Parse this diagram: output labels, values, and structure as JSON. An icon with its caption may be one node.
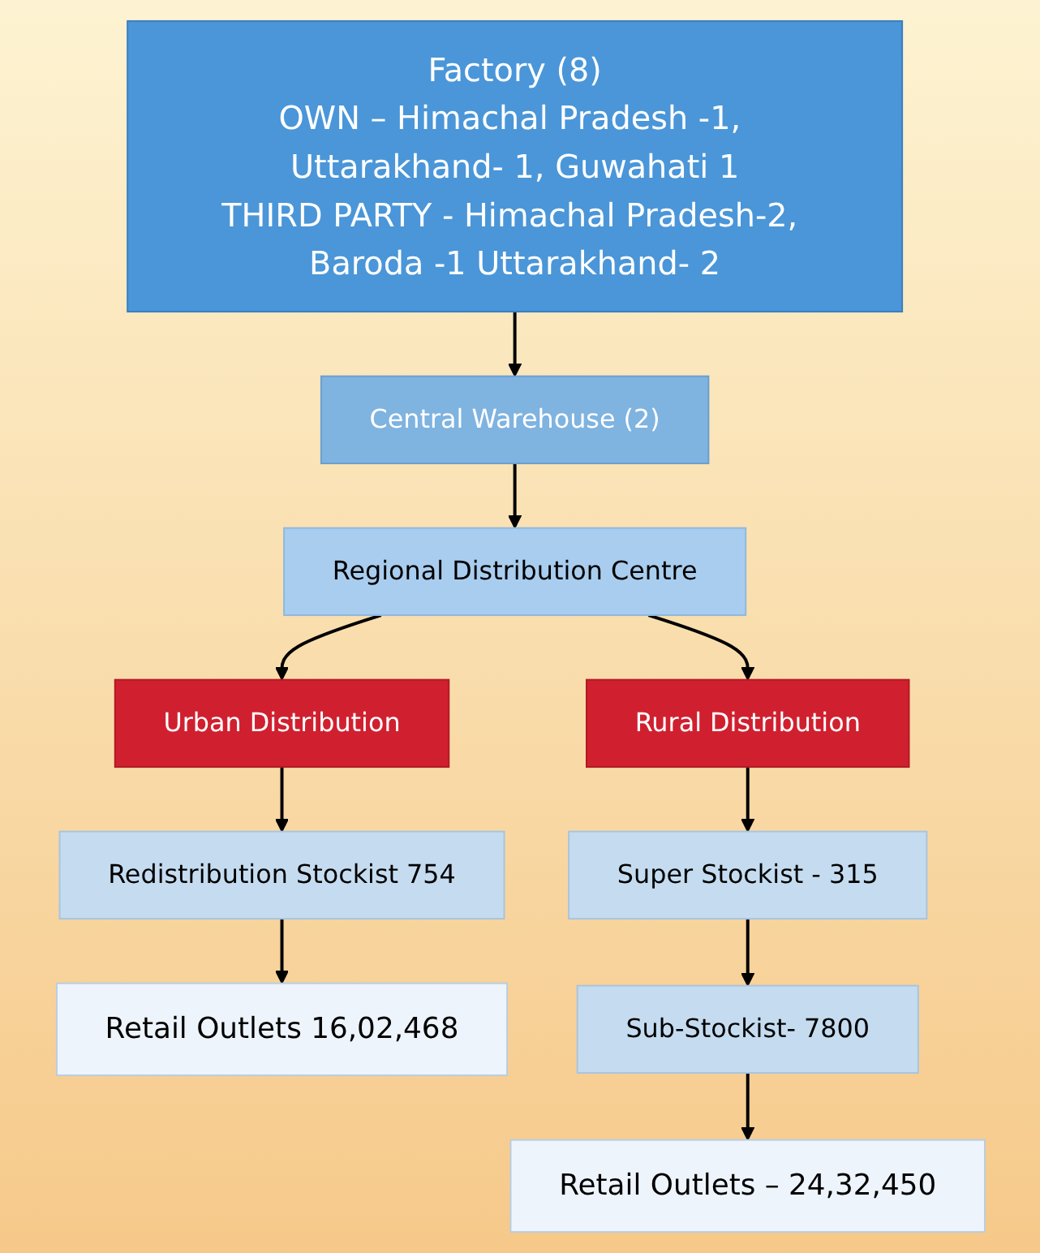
{
  "diagram": {
    "nodes": [
      {
        "text": [
          "Factory (8)",
          "OWN – Himachal Pradesh -1, Uttarakhand- 1, Guwahati 1",
          "THIRD PARTY - Himachal Pradesh-2, Baroda -1 Uttarakhand- 2"
        ]
      },
      {
        "text": [
          "Central Warehouse (2)"
        ]
      },
      {
        "text": [
          "Regional Distribution Centre"
        ]
      },
      {
        "text": [
          "Urban Distribution"
        ]
      },
      {
        "text": [
          "Rural Distribution"
        ]
      },
      {
        "text": [
          "Redistribution Stockist 754"
        ]
      },
      {
        "text": [
          "Retail Outlets 16,02,468"
        ]
      },
      {
        "text": [
          "Super Stockist - 315"
        ]
      },
      {
        "text": [
          "Sub-Stockist- 7800"
        ]
      },
      {
        "text": [
          "Retail Outlets – 24,32,450"
        ]
      }
    ],
    "edges": [
      {
        "from": 0,
        "to": 1,
        "arrow": "to"
      },
      {
        "from": 1,
        "to": 2,
        "arrow": "to"
      },
      {
        "from": 2,
        "to": 3,
        "arrow": "to"
      },
      {
        "from": 2,
        "to": 4,
        "arrow": "to"
      },
      {
        "from": 3,
        "to": 5,
        "arrow": "to"
      },
      {
        "from": 5,
        "to": 6,
        "arrow": "to"
      },
      {
        "from": 4,
        "to": 7,
        "arrow": "to"
      },
      {
        "from": 7,
        "to": 8,
        "arrow": "to"
      },
      {
        "from": 8,
        "to": 9,
        "arrow": "to"
      }
    ]
  }
}
